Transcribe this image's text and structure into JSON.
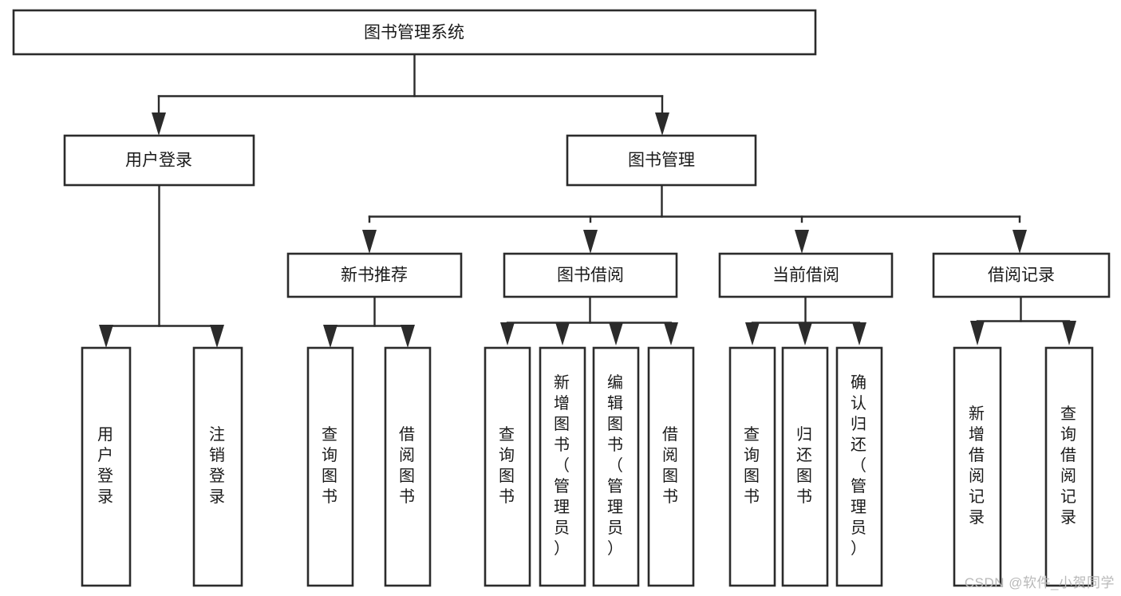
{
  "diagram": {
    "title": "图书管理系统",
    "type": "tree",
    "watermark": "CSDN @软件_小贺同学",
    "levels": [
      {
        "level": 1,
        "nodes": [
          {
            "id": "root",
            "label": "图书管理系统",
            "orientation": "horizontal"
          }
        ]
      },
      {
        "level": 2,
        "nodes": [
          {
            "id": "login",
            "label": "用户登录",
            "orientation": "horizontal",
            "parent": "root"
          },
          {
            "id": "bookmgmt",
            "label": "图书管理",
            "orientation": "horizontal",
            "parent": "root"
          }
        ]
      },
      {
        "level": 3,
        "nodes": [
          {
            "id": "newbook",
            "label": "新书推荐",
            "orientation": "horizontal",
            "parent": "bookmgmt"
          },
          {
            "id": "borrow",
            "label": "图书借阅",
            "orientation": "horizontal",
            "parent": "bookmgmt"
          },
          {
            "id": "current",
            "label": "当前借阅",
            "orientation": "horizontal",
            "parent": "bookmgmt"
          },
          {
            "id": "records",
            "label": "借阅记录",
            "orientation": "horizontal",
            "parent": "bookmgmt"
          }
        ]
      },
      {
        "level": 4,
        "nodes": [
          {
            "id": "leaf-user-login",
            "label": "用户登录",
            "orientation": "vertical",
            "parent": "login"
          },
          {
            "id": "leaf-user-logout",
            "label": "注销登录",
            "orientation": "vertical",
            "parent": "login"
          },
          {
            "id": "leaf-newbook-query",
            "label": "查询图书",
            "orientation": "vertical",
            "parent": "newbook"
          },
          {
            "id": "leaf-newbook-borrow",
            "label": "借阅图书",
            "orientation": "vertical",
            "parent": "newbook"
          },
          {
            "id": "leaf-borrow-query",
            "label": "查询图书",
            "orientation": "vertical",
            "parent": "borrow"
          },
          {
            "id": "leaf-borrow-add",
            "label": "新增图书（管理员）",
            "orientation": "vertical",
            "parent": "borrow"
          },
          {
            "id": "leaf-borrow-edit",
            "label": "编辑图书（管理员）",
            "orientation": "vertical",
            "parent": "borrow"
          },
          {
            "id": "leaf-borrow-lend",
            "label": "借阅图书",
            "orientation": "vertical",
            "parent": "borrow"
          },
          {
            "id": "leaf-current-query",
            "label": "查询图书",
            "orientation": "vertical",
            "parent": "current"
          },
          {
            "id": "leaf-current-return",
            "label": "归还图书",
            "orientation": "vertical",
            "parent": "current"
          },
          {
            "id": "leaf-current-confirm",
            "label": "确认归还（管理员）",
            "orientation": "vertical",
            "parent": "current"
          },
          {
            "id": "leaf-records-add",
            "label": "新增借阅记录",
            "orientation": "vertical",
            "parent": "records"
          },
          {
            "id": "leaf-records-query",
            "label": "查询借阅记录",
            "orientation": "vertical",
            "parent": "records"
          }
        ]
      }
    ],
    "colors": {
      "box_fill": "#ffffff",
      "box_stroke": "#2b2b2b",
      "text": "#1a1a1a",
      "watermark": "#b9b9b9",
      "background": "#ffffff"
    }
  }
}
